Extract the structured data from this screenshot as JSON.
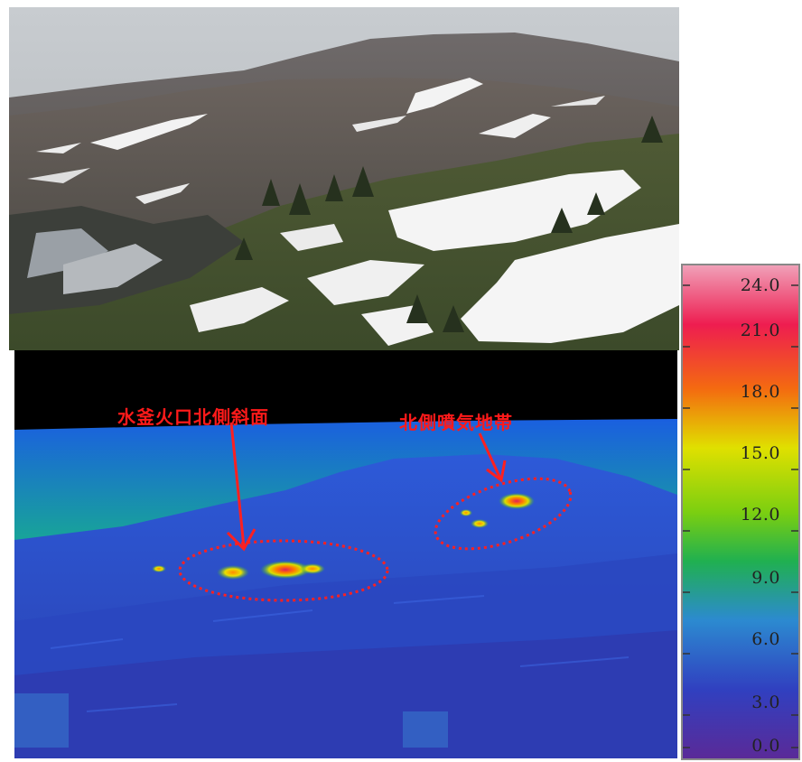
{
  "annotations": {
    "left_label": "水釜火口北側斜面",
    "right_label": "北側噴気地帯"
  },
  "colors": {
    "annotation": "#ff1a1a",
    "thermal_base": "#2a4fc8",
    "sky_band": "#000000"
  },
  "colorbar": {
    "ticks": [
      "24.0",
      "21.0",
      "18.0",
      "15.0",
      "12.0",
      "9.0",
      "6.0",
      "3.0",
      "0.0"
    ]
  }
}
